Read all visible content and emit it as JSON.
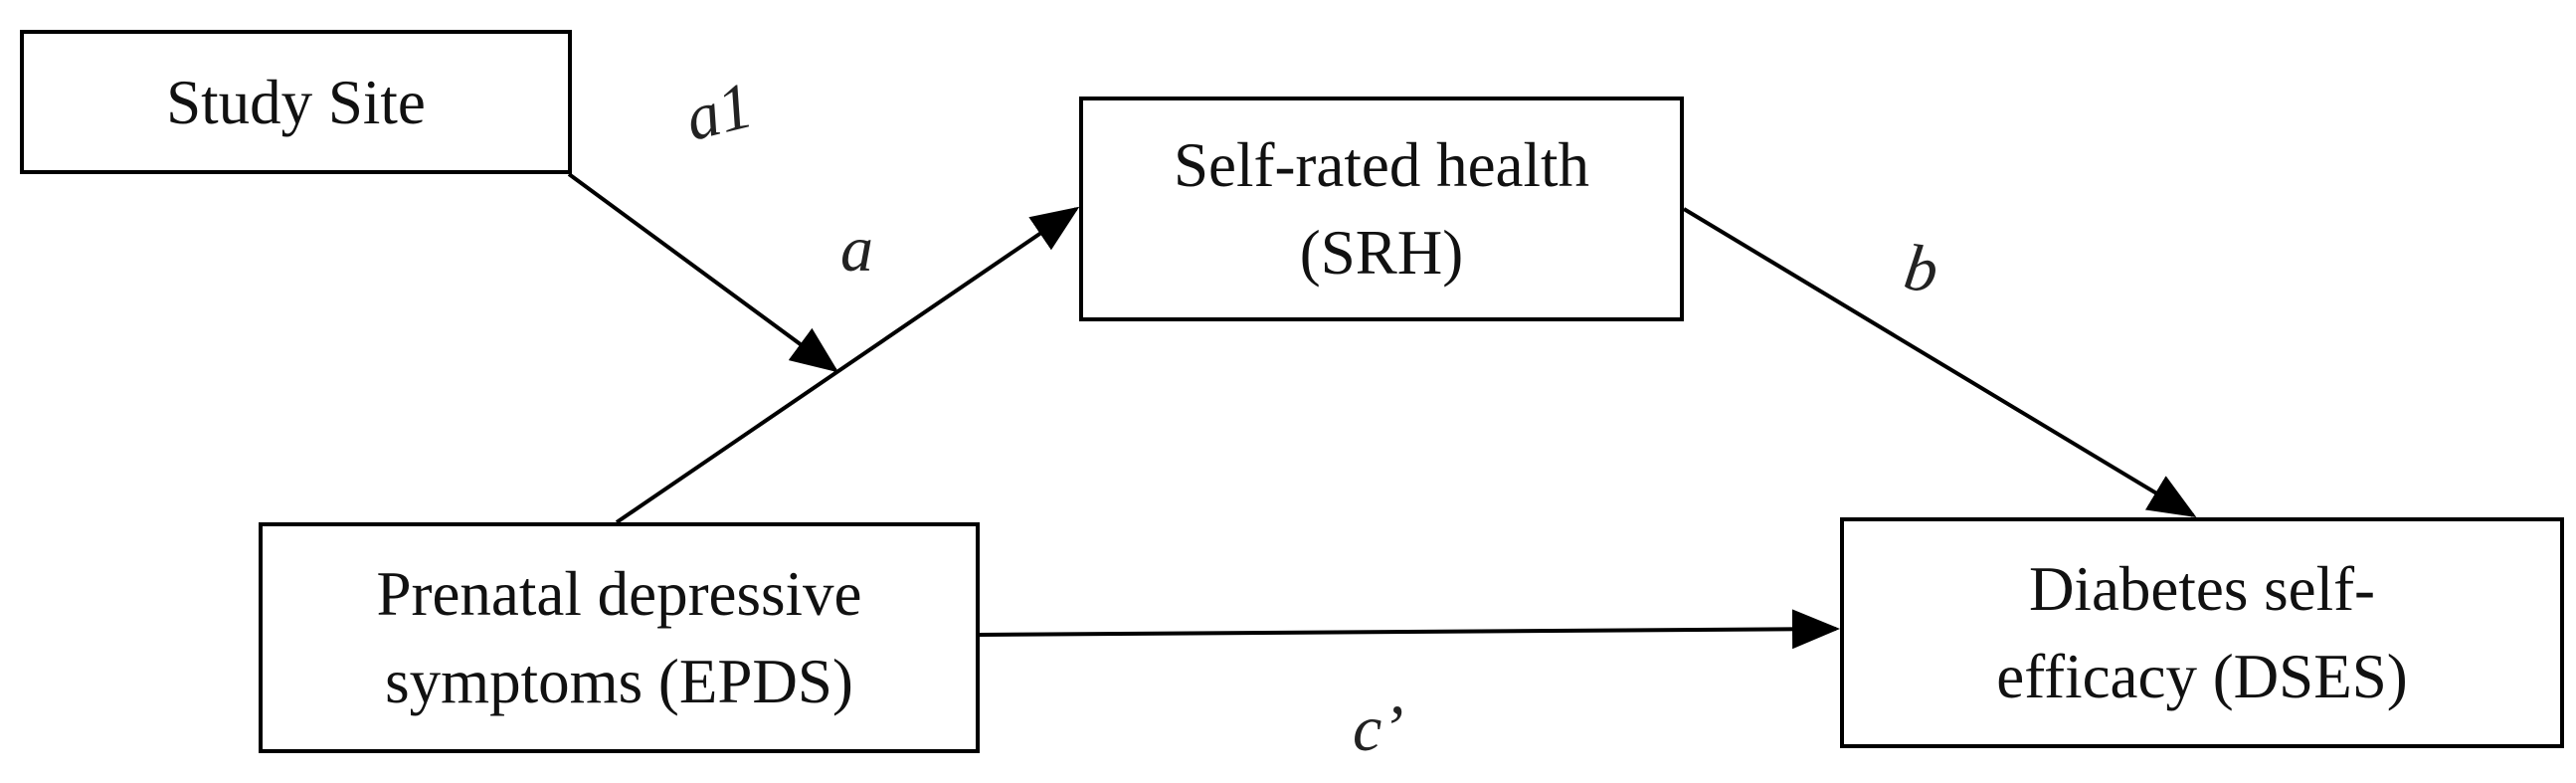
{
  "nodes": {
    "study_site": {
      "line1": "Study Site"
    },
    "srh": {
      "line1": "Self-rated health",
      "line2": "(SRH)"
    },
    "epds": {
      "line1": "Prenatal depressive",
      "line2": "symptoms (EPDS)"
    },
    "dses": {
      "line1": "Diabetes self-",
      "line2": "efficacy (DSES)"
    }
  },
  "paths": {
    "a1": "a1",
    "a": "a",
    "b": "b",
    "c_prime": "c’"
  },
  "colors": {
    "stroke": "#000000",
    "text": "#111111",
    "background": "#ffffff"
  }
}
